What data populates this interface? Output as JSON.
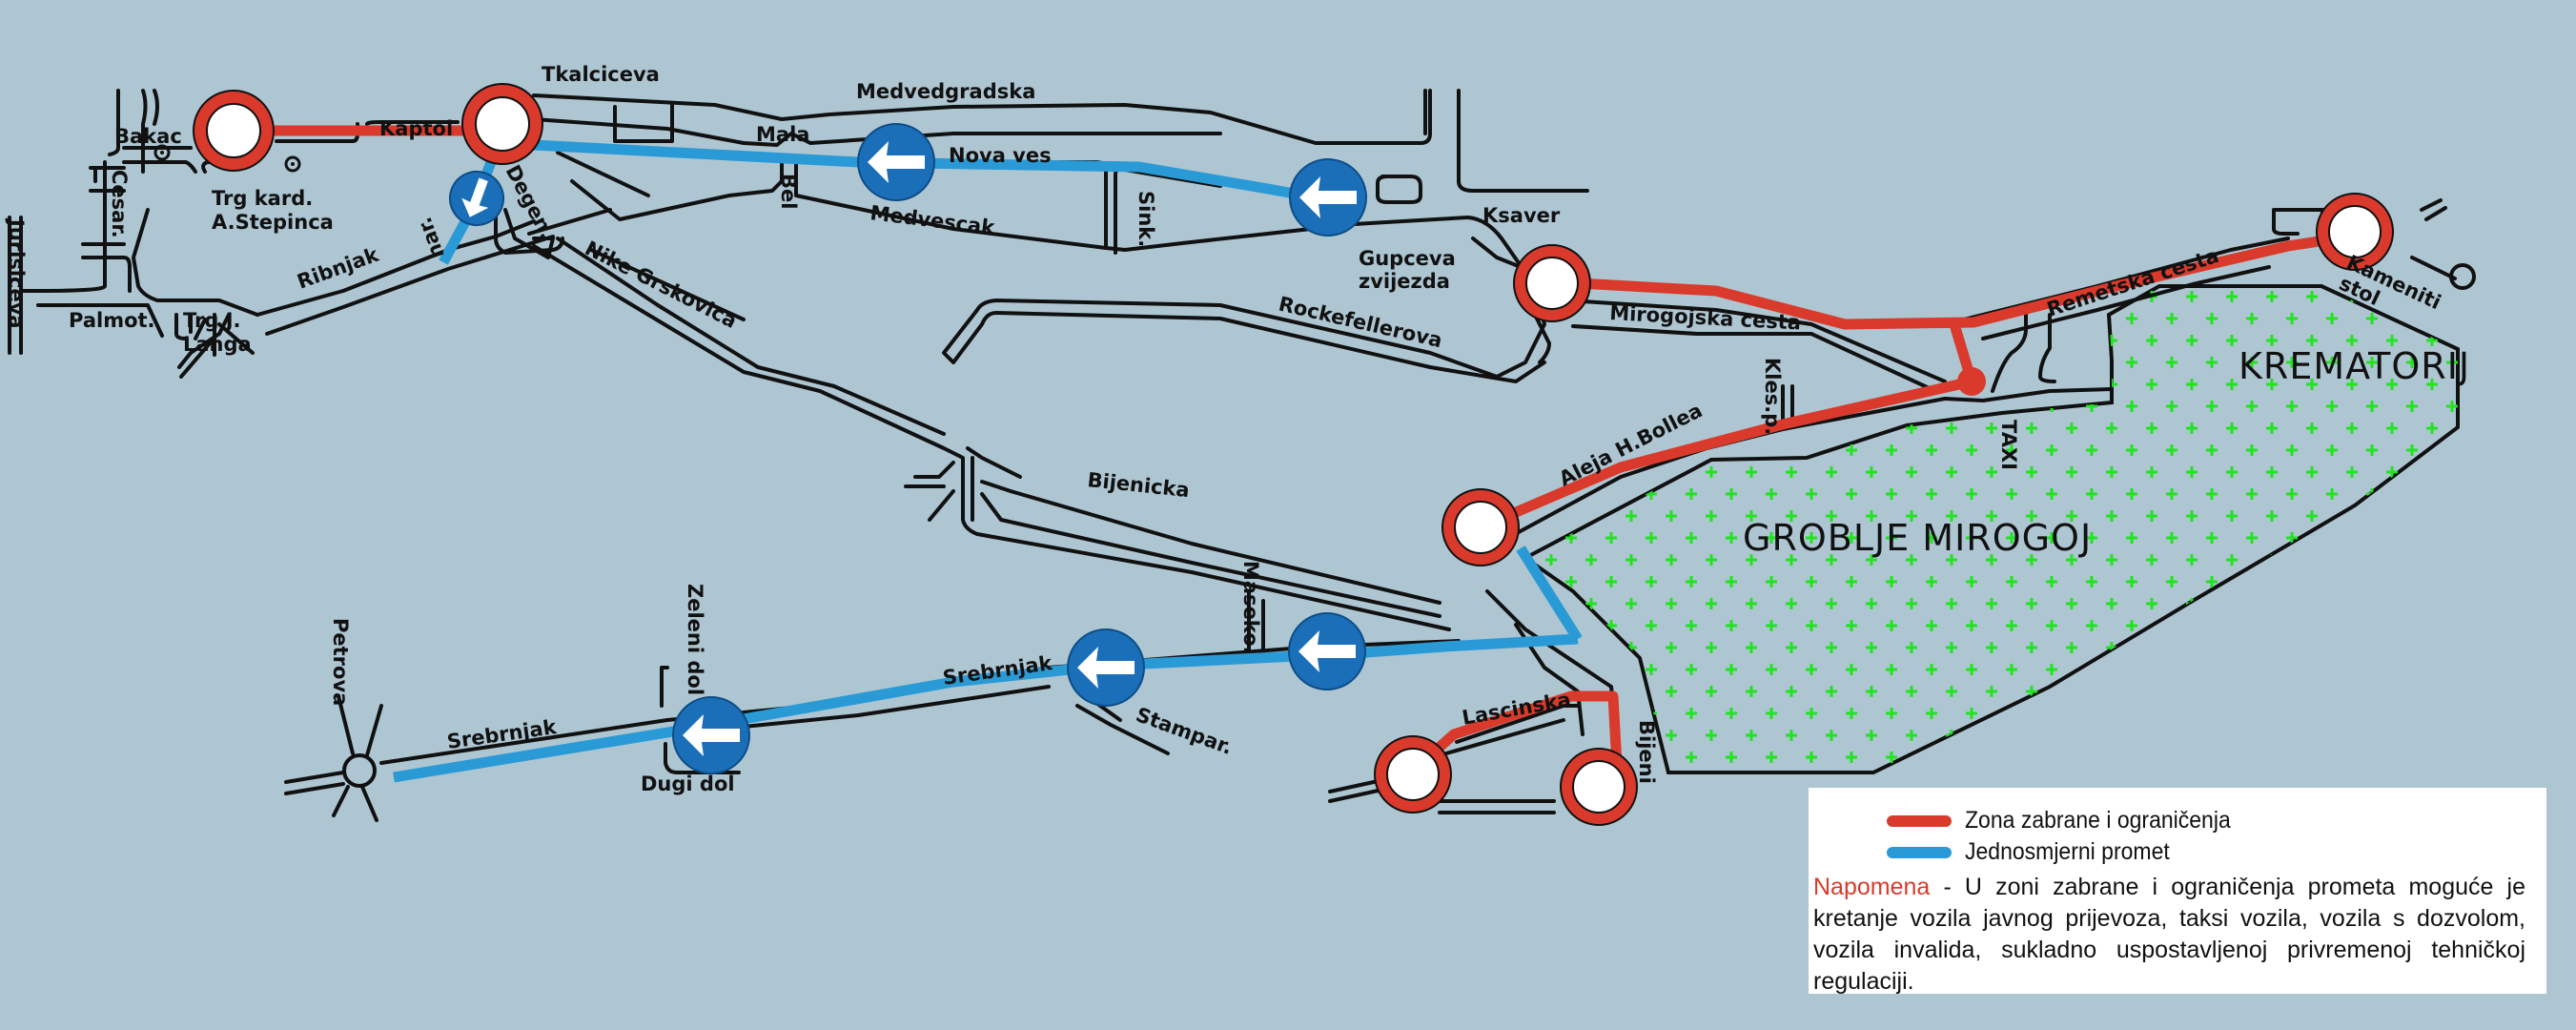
{
  "map": {
    "colors": {
      "background": "#aec6d2",
      "prohibition_zone": "#d93a2b",
      "one_way": "#2a9ad6",
      "one_way_sign": "#1a6fb8",
      "cemetery_marker": "#22e222"
    },
    "street_labels": {
      "bakac": "Bakac",
      "kaptol": "Kaptol",
      "tkalciceva": "Tkalciceva",
      "medvedgradska": "Medvedgradska",
      "mala": "Mala",
      "nova_ves": "Nova  ves",
      "bel": "Bel",
      "medvescak": "Medvescak",
      "sink": "Sink.",
      "degen": "Degen.",
      "nar": "nar.",
      "cesar": "Cesar.",
      "jurisiceva": "Jurisiceva",
      "palmot": "Palmot.",
      "trg_langa_1": "Trg  J.",
      "trg_langa_2": "Langa",
      "ribnjak": "Ribnjak",
      "trg_stepinca_1": "Trg  kard.",
      "trg_stepinca_2": "A.Stepinca",
      "nike_grskovica": "Nike  Grskovica",
      "ksaver": "Ksaver",
      "gupceva_1": "Gupceva",
      "gupceva_2": "zvijezda",
      "rockefellerova": "Rockefellerova",
      "mirogojska": "Mirogojska  cesta",
      "remetska": "Remetska  cesta",
      "kameniti_1": "Kameniti",
      "kameniti_2": "stol",
      "klesp": "Kles.p.",
      "aleja_bollea": "Aleja  H.Bollea",
      "bijenicka": "Bijenicka",
      "taxi": "TAXI",
      "maseko": "Maseko.",
      "srebrnjak_1": "Srebrnjak",
      "srebrnjak_2": "Srebrnjak",
      "stampar": "Stampar.",
      "zeleni_dol": "Zeleni  dol",
      "dugi_dol": "Dugi  dol",
      "petrova": "Petrova",
      "lascinska": "Lascinska",
      "bijeni": "Bijeni"
    },
    "area_labels": {
      "groblje": "GROBLJE  MIROGOJ",
      "krematorij": "KREMATORIJ"
    },
    "signs": {
      "prohibition_count": 7,
      "one_way_count": 6
    }
  },
  "legend": {
    "items": [
      {
        "label": "Zona zabrane i ograničenja",
        "color": "#d93a2b"
      },
      {
        "label": "Jednosmjerni promet",
        "color": "#2a9ad6"
      }
    ],
    "note_label": "Napomena",
    "note_text": " - U zoni zabrane i ograničenja prometa moguće je kretanje vozila javnog prijevoza, taksi vozila, vozila s dozvolom, vozila invalida, sukladno uspostavljenoj privremenoj tehničkoj regulaciji."
  }
}
